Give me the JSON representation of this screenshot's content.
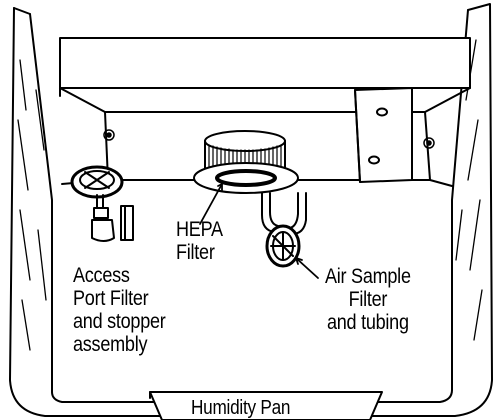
{
  "labels": {
    "access_port": [
      "Access",
      "Port Filter",
      "and stopper",
      "assembly"
    ],
    "hepa": [
      "HEPA",
      "Filter"
    ],
    "air_sample": [
      "Air Sample",
      "Filter",
      "and tubing"
    ],
    "humidity_pan": "Humidity Pan"
  },
  "colors": {
    "line": "#000000",
    "background": "#ffffff"
  },
  "icons": [
    "access-port-cap-icon",
    "stopper-icon",
    "hepa-filter-icon",
    "air-sample-filter-icon",
    "bolt-icon"
  ]
}
